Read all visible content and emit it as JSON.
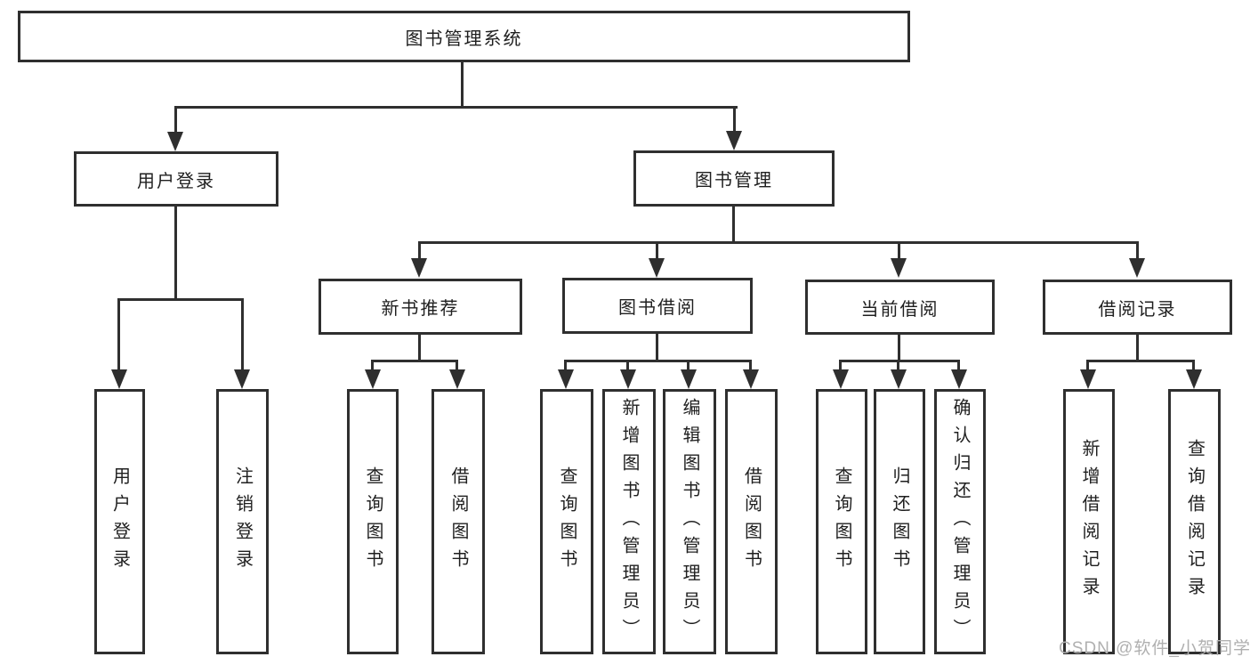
{
  "diagram": {
    "root": {
      "label": "图书管理系统"
    },
    "children": [
      {
        "label": "用户登录",
        "children": [
          {
            "label": "用户登录"
          },
          {
            "label": "注销登录"
          }
        ]
      },
      {
        "label": "图书管理",
        "children": [
          {
            "label": "新书推荐",
            "children": [
              {
                "label": "查询图书"
              },
              {
                "label": "借阅图书"
              }
            ]
          },
          {
            "label": "图书借阅",
            "children": [
              {
                "label": "查询图书"
              },
              {
                "label": "新增图书（管理员）"
              },
              {
                "label": "编辑图书（管理员）"
              },
              {
                "label": "借阅图书"
              }
            ]
          },
          {
            "label": "当前借阅",
            "children": [
              {
                "label": "查询图书"
              },
              {
                "label": "归还图书"
              },
              {
                "label": "确认归还（管理员）"
              }
            ]
          },
          {
            "label": "借阅记录",
            "children": [
              {
                "label": "新增借阅记录"
              },
              {
                "label": "查询借阅记录"
              }
            ]
          }
        ]
      }
    ]
  },
  "watermark": {
    "text": "CSDN @软件_小贺同学"
  },
  "colors": {
    "line": "#2f2f2f",
    "text": "#1f1f1f",
    "watermark": "#b0b0b0",
    "background": "#ffffff"
  }
}
